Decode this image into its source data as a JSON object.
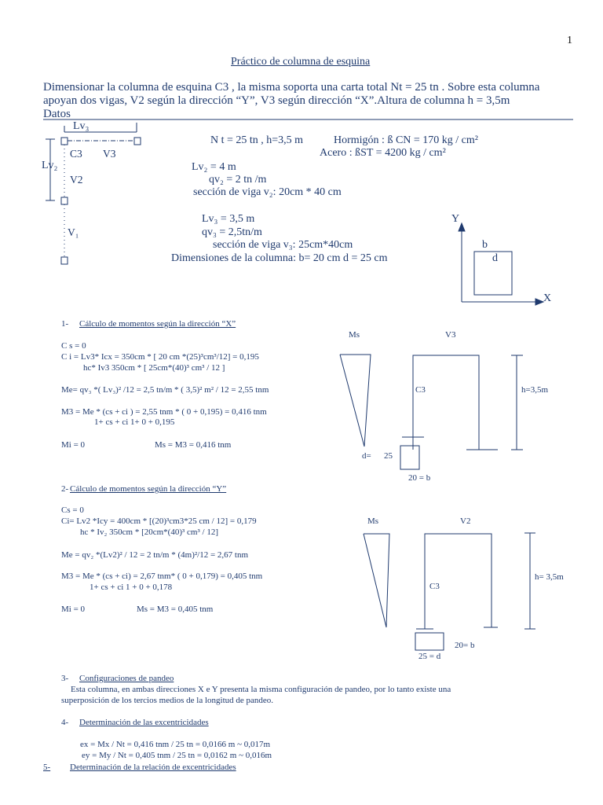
{
  "page_number": "1",
  "title": "Práctico de columna de esquina",
  "intro": {
    "line1": "Dimensionar la columna de esquina C3 , la misma soporta una carta total Nt = 25 tn . Sobre esta columna",
    "line2": "apoyan dos vigas, V2 según la dirección “Y”, V3 según dirección “X”.Altura de columna h = 3,5m",
    "datos": "Datos"
  },
  "plan_sketch": {
    "lv3": "Lv₃",
    "lv2": "Lv₂",
    "c3": "C3",
    "v3": "V3",
    "v2": "V2",
    "v1": "V₁"
  },
  "datos_values": {
    "nt_h": "N t = 25 tn ,  h=3,5 m",
    "hormigon": "Hormigón : ß CN = 170 kg / cm²",
    "acero": "Acero : ßST = 4200 kg / cm²",
    "lv2": "Lv₂ = 4 m",
    "qv2": "qv₂ = 2 tn /m",
    "seccion_v2": "sección de viga v₂: 20cm * 40 cm",
    "lv3": "Lv₃ = 3,5 m",
    "qv3": "qv₃ = 2,5tn/m",
    "seccion_v3": "sección de viga v₃: 25cm*40cm",
    "dimensiones": "Dimensiones de la columna: b= 20 cm    d = 25 cm"
  },
  "axes_sketch": {
    "y": "Y",
    "x": "X",
    "b": "b",
    "d": "d"
  },
  "section1": {
    "heading_num": "1-",
    "heading": "Cálculo de momentos según la dirección “X”",
    "cs": "C s = 0",
    "ci_1": "C i = Lv3* Icx =  350cm * [ 20 cm *(25)³cm³/12] = 0,195",
    "ci_2": "hc* Iv3     350cm * [ 25cm*(40)³ cm³ / 12 ]",
    "me": "Me= qv₃ *( Lv₃)² /12 = 2,5 tn/m * ( 3,5)² m² / 12 = 2,55 tnm",
    "m3_1": "M3 = Me * (cs + ci )  = 2,55 tnm * ( 0 + 0,195) = 0,416 tnm",
    "m3_2": "1+ cs + ci                   1+ 0 + 0,195",
    "mi": "Mi = 0",
    "ms": "Ms = M3 = 0,416 tnm",
    "fig": {
      "ms": "Ms",
      "v3": "V3",
      "c3": "C3",
      "h": "h=3,5m",
      "d": "d=",
      "d_val": "25",
      "b": "20 = b"
    }
  },
  "section2": {
    "heading_num": "2-",
    "heading": "Cálculo de momentos según la dirección “Y”",
    "cs": "Cs = 0",
    "ci_1": "Ci= Lv2 *Icy  = 400cm * [(20)³cm3*25 cm / 12] = 0,179",
    "ci_2": "hc * Iv₂     350cm * [20cm*(40)³ cm³ / 12]",
    "me": "Me = qv₂ *(Lv2)² / 12 = 2 tn/m * (4m)²/12 = 2,67 tnm",
    "m3_1": "M3 = Me * (cs + ci) = 2,67 tnm* ( 0 + 0,179) = 0,405 tnm",
    "m3_2": "1+ cs + ci              1 + 0 + 0,178",
    "mi": "Mi = 0",
    "ms": "Ms = M3 = 0,405 tnm",
    "fig": {
      "ms": "Ms",
      "v2": "V2",
      "c3": "C3",
      "h": "h= 3,5m",
      "b": "20= b",
      "d": "25 = d"
    }
  },
  "section3": {
    "heading_num": "3-",
    "heading": "Configuraciones de pandeo",
    "line1": "Esta columna, en ambas direcciones X e Y presenta la misma configuración de pandeo, por lo tanto existe una",
    "line2": "superposición de los tercios medios de la longitud de pandeo."
  },
  "section4": {
    "heading_num": "4-",
    "heading": "Determinación de las excentricidades",
    "ex": "ex = Mx / Nt = 0,416 tnm / 25 tn = 0,0166 m  ~ 0,017m",
    "ey": "ey = My / Nt = 0,405 tnm / 25 tn =  0,0162 m ~ 0,016m"
  },
  "section5": {
    "heading_num": "5-",
    "heading": "Determinación de la relación de excentricidades"
  }
}
